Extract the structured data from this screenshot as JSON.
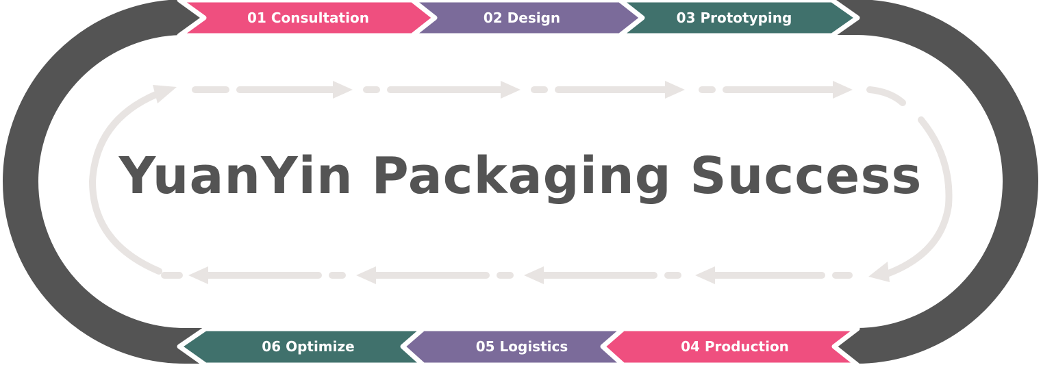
{
  "title": "YuanYin Packaging Success",
  "steps": [
    {
      "label": "01 Consultation",
      "color": "#ef4f7f"
    },
    {
      "label": "02 Design",
      "color": "#7b6b9a"
    },
    {
      "label": "03 Prototyping",
      "color": "#40716c"
    },
    {
      "label": "04 Production",
      "color": "#ef4f7f"
    },
    {
      "label": "05 Logistics",
      "color": "#7b6b9a"
    },
    {
      "label": "06 Optimize",
      "color": "#40716c"
    }
  ],
  "colors": {
    "loop": "#545454",
    "flow_arrows": "#e8e4e2",
    "text_on_banner": "#ffffff"
  }
}
